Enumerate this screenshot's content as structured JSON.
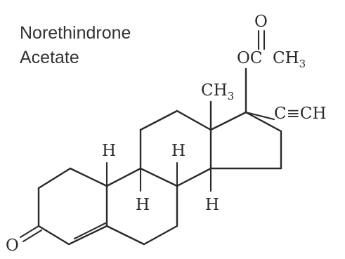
{
  "title": {
    "line1": "Norethindrone",
    "line2": "Acetate"
  },
  "labels": {
    "carbonyl_o": "O",
    "ketone_o": "O",
    "ester_oc": "OC",
    "ester_ch": "CH",
    "ester_sub": "3",
    "methyl_ch": "CH",
    "methyl_sub": "3",
    "alkyne": "C≡CH",
    "h1": "H",
    "h2": "H",
    "h3": "H",
    "h4": "H"
  },
  "colors": {
    "ink": "#2a2a2a",
    "background": "#ffffff"
  }
}
